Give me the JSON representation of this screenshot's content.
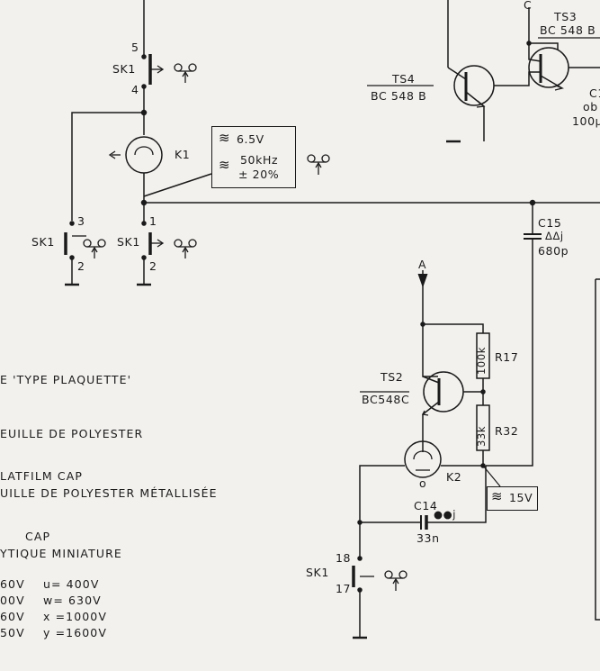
{
  "components": {
    "sk1_top": {
      "ref": "SK1",
      "pin_a": "5",
      "pin_b": "4"
    },
    "k1": {
      "ref": "K1",
      "annot_1": "6.5V",
      "annot_2": "50kHz",
      "annot_3": "± 20%",
      "annot_1_sym": "≋",
      "annot_2_sym": "≋"
    },
    "sk1_left": {
      "ref": "SK1",
      "pin_a": "3",
      "pin_b": "2"
    },
    "sk1_mid": {
      "ref": "SK1",
      "pin_a": "1",
      "pin_b": "2"
    },
    "ts4": {
      "ref": "TS4",
      "type": "BC 548 B"
    },
    "ts3": {
      "ref": "TS3",
      "type": "BC 548 B",
      "pin": "C"
    },
    "c_partial": {
      "ref": "C1",
      "line2": "ob",
      "line3": "100µ"
    },
    "c15": {
      "ref": "C15",
      "code": "ΔΔj",
      "value": "680p"
    },
    "node_a": {
      "label": "A"
    },
    "r17": {
      "ref": "R17",
      "value": "100k"
    },
    "r32": {
      "ref": "R32",
      "value": "33k"
    },
    "ts2": {
      "ref": "TS2",
      "type": "BC548C"
    },
    "k2": {
      "ref": "K2",
      "pin": "o",
      "annot": "15V",
      "annot_sym": "≋"
    },
    "c14": {
      "ref": "C14",
      "code": "●●j",
      "value": "33n"
    },
    "sk1_bottom": {
      "ref": "SK1",
      "pin_a": "18",
      "pin_b": "17"
    }
  },
  "legend": {
    "line1": "E 'TYPE PLAQUETTE'",
    "line2": "EUILLE DE POLYESTER",
    "line3": "LATFILM CAP",
    "line4": "UILLE DE POLYESTER MÉTALLISÉE",
    "line5": "CAP",
    "line6": "YTIQUE MINIATURE",
    "voltages": [
      {
        "left": "60V",
        "right": "u= 400V"
      },
      {
        "left": "00V",
        "right": "w= 630V"
      },
      {
        "left": "60V",
        "right": "x =1000V"
      },
      {
        "left": "50V",
        "right": "y =1600V"
      }
    ]
  },
  "colors": {
    "ink": "#1a1a1a",
    "paper": "#f3f1ee"
  }
}
